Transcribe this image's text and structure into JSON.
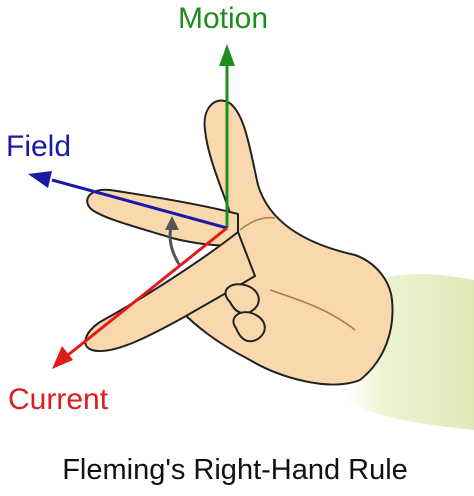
{
  "labels": {
    "motion": "Motion",
    "field": "Field",
    "current": "Current"
  },
  "caption": "Fleming's Right-Hand Rule",
  "colors": {
    "motion": "#1e8c1e",
    "field": "#1a1aa6",
    "current": "#e01b1b",
    "skin": "#f9d8ad",
    "skin_shadow": "#e9b889",
    "outline": "#222222",
    "sleeve": "#e6efc4",
    "rotation_arrow": "#555555"
  },
  "icons": {
    "motion_arrow": "arrow-up-icon",
    "field_arrow": "arrow-left-icon",
    "current_arrow": "arrow-down-left-icon",
    "rotation_arrow": "curved-arrow-icon"
  }
}
